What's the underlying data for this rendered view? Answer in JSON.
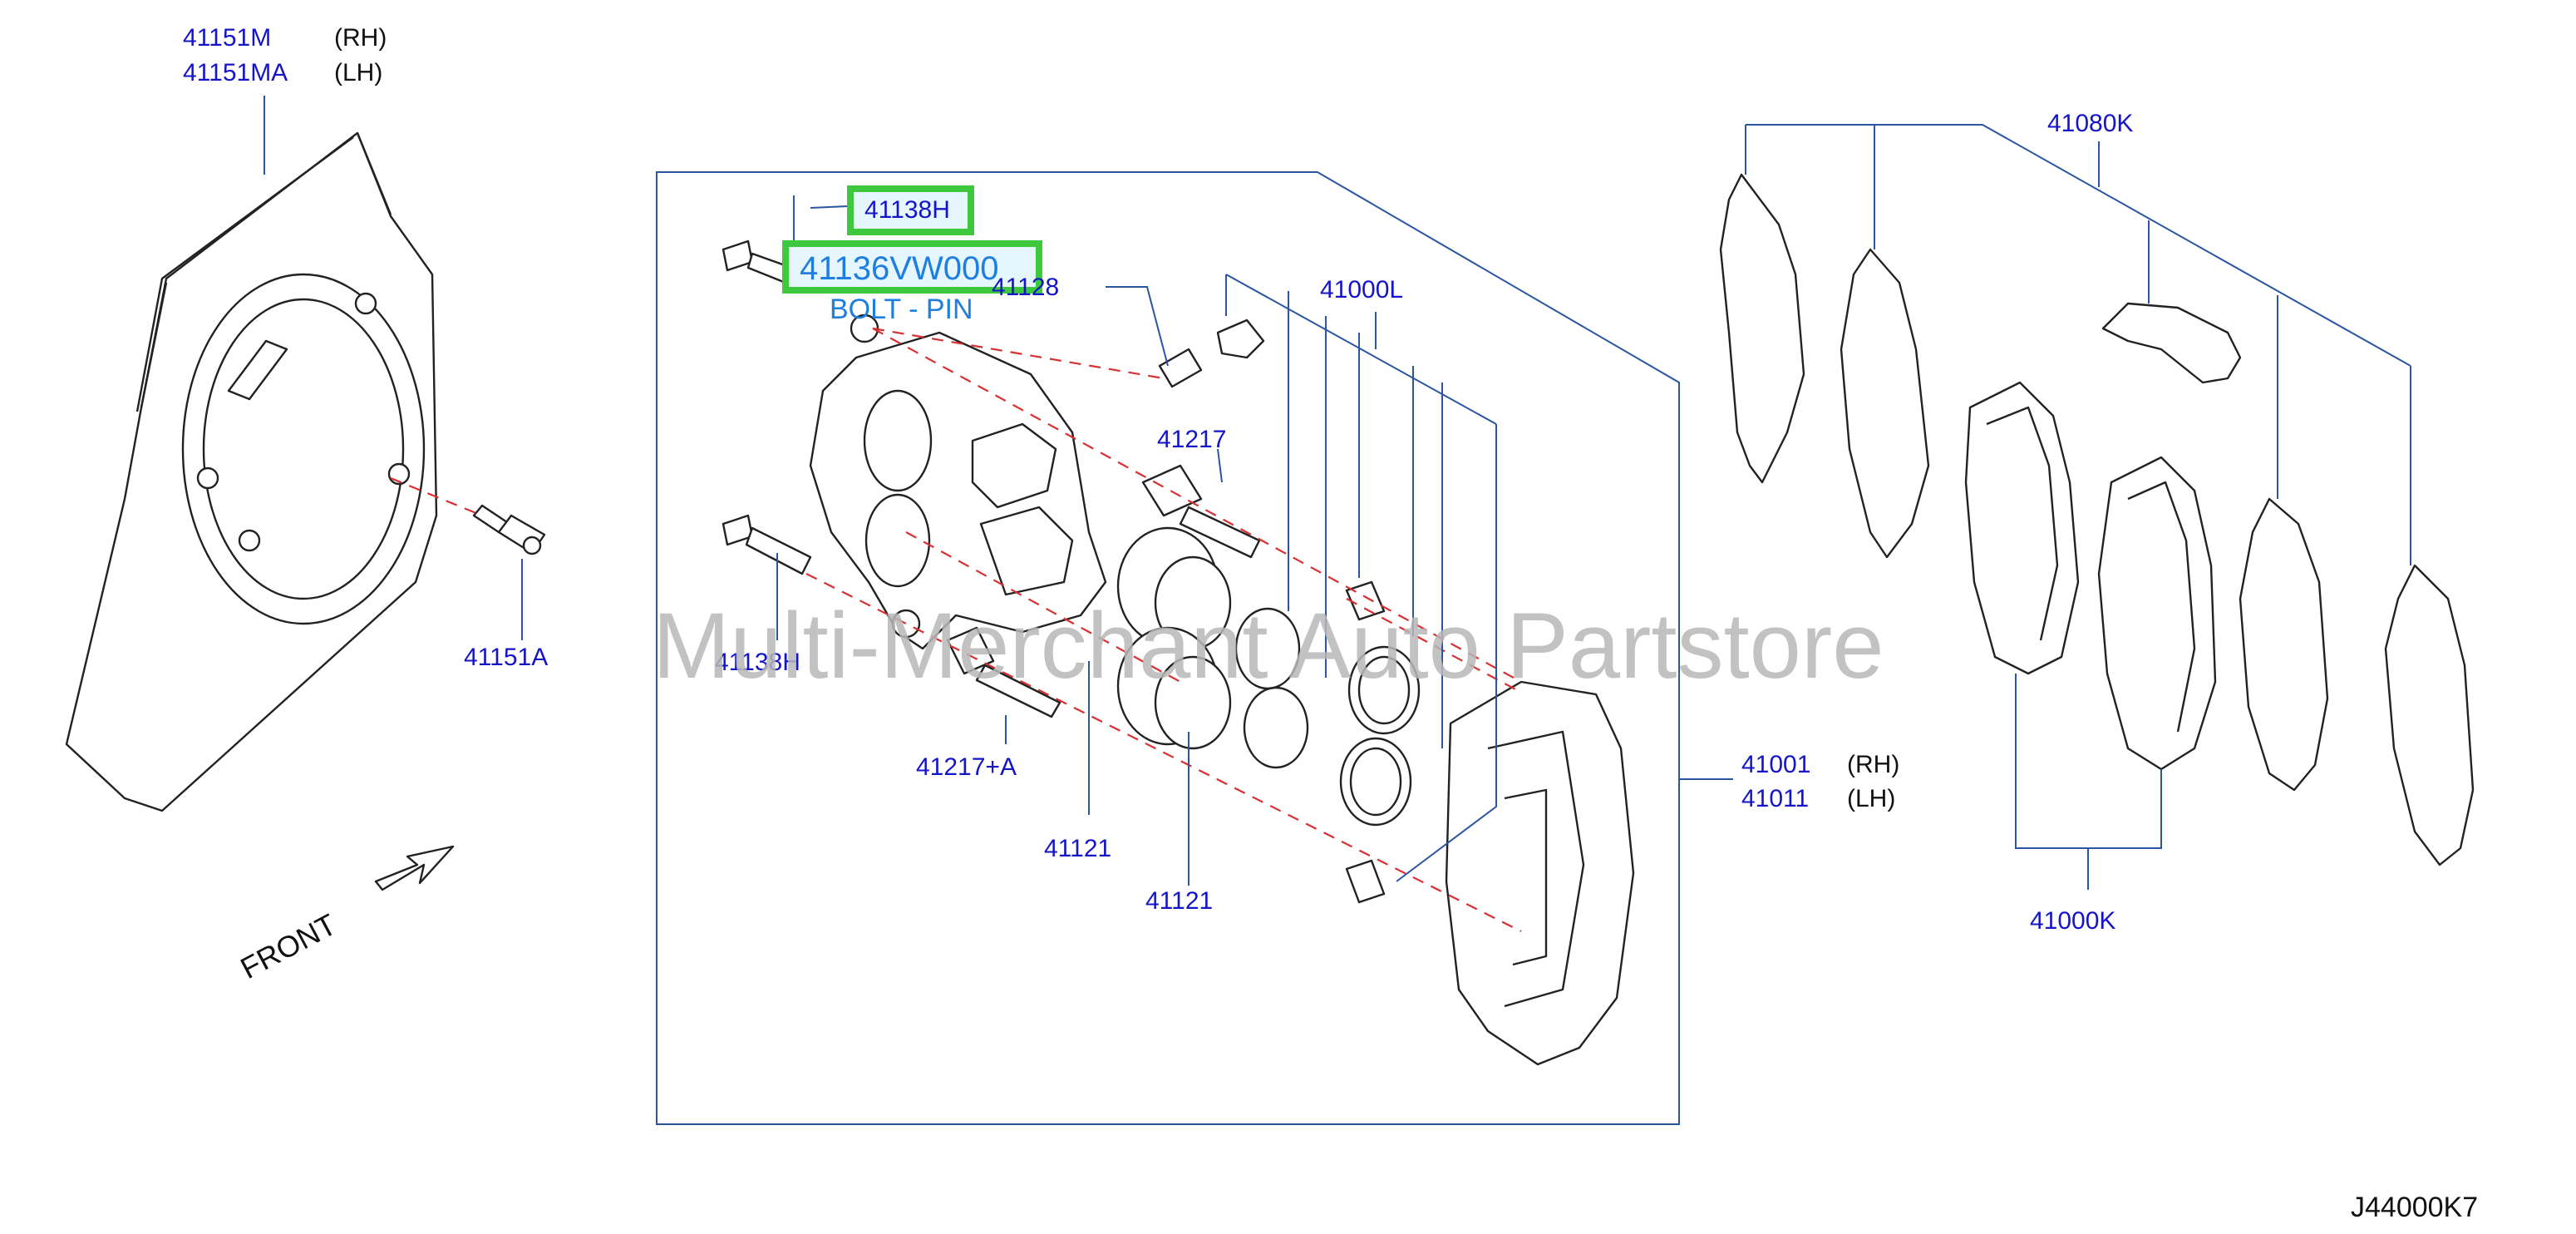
{
  "diagram": {
    "part_labels": {
      "splash_guard_rh": "41151M",
      "splash_guard_lh": "41151MA",
      "splash_guard_bolt": "41151A",
      "pin_bolt_upper": "41138H",
      "pin_bolt_lower": "41138H",
      "bleeder": "41128",
      "pin_upper": "41217",
      "pin_lower": "41217+A",
      "seal_kit": "41000L",
      "piston_a": "41121",
      "piston_b": "41121",
      "caliper_rh": "41001",
      "caliper_lh": "41011",
      "pad_hardware": "41080K",
      "pad_kit": "41000K"
    },
    "side_labels": {
      "rh": "(RH)",
      "lh": "(LH)",
      "caliper_rh": "(RH)",
      "caliper_lh": "(LH)"
    },
    "highlight": {
      "part_number": "41136VW000",
      "part_name": "BOLT - PIN",
      "border_color": "#3ec83e",
      "text_color": "#1f7fe0"
    },
    "front_label": "FRONT",
    "watermark": "Multi-Merchant Auto Partstore",
    "diagram_code": "J44000K7",
    "colors": {
      "label": "#1414c8",
      "leader": "#2a55a0",
      "explode_line": "#d83030"
    }
  }
}
